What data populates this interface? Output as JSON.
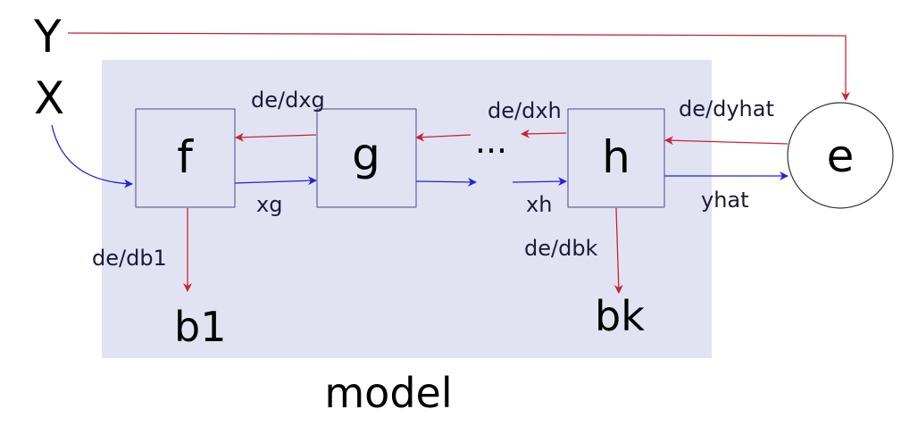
{
  "colors": {
    "panel_fill": "#e2e3f2",
    "box_stroke": "#4a4a8c",
    "forward_arrow": "#2020e0",
    "backward_arrow": "#cc2233",
    "text": "#000000"
  },
  "inputs": {
    "y": "Y",
    "x": "X"
  },
  "panel": {
    "label": "model"
  },
  "nodes": {
    "f": "f",
    "g": "g",
    "h": "h",
    "ellipsis": "···",
    "e": "e"
  },
  "params": {
    "b1": "b1",
    "bk": "bk"
  },
  "edge_labels": {
    "de_dxg": "de/dxg",
    "de_dxh": "de/dxh",
    "de_dyhat": "de/dyhat",
    "xg": "xg",
    "xh": "xh",
    "yhat": "yhat",
    "de_db1": "de/db1",
    "de_dbk": "de/dbk"
  }
}
